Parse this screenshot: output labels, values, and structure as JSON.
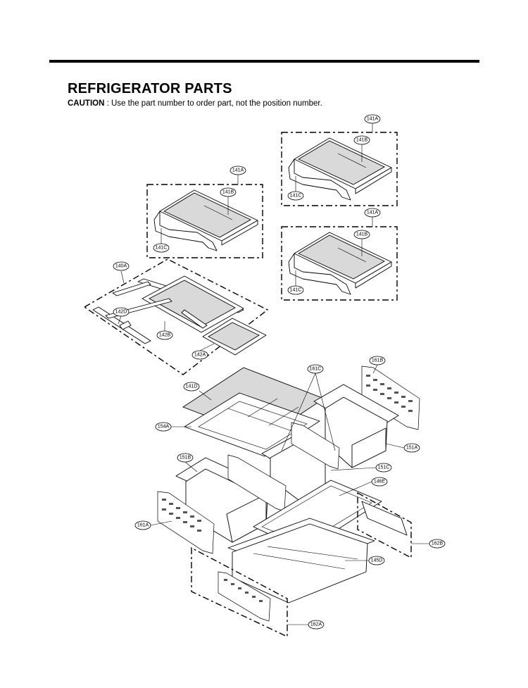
{
  "header": {
    "title": "REFRIGERATOR PARTS",
    "caution_label": "CAUTION",
    "caution_text": " : Use the part number to order part, not the position number."
  },
  "callouts": {
    "c141A_top": "141A",
    "c141B_top": "141B",
    "c141C_top": "141C",
    "c141A_left": "141A",
    "c141B_left": "141B",
    "c141C_left": "141C",
    "c141A_mid": "141A",
    "c141B_mid": "141B",
    "c141C_mid": "141C",
    "c140A": "140A",
    "c142D": "142D",
    "c142B": "142B",
    "c142A": "142A",
    "c141D": "141D",
    "c154A": "154A",
    "c161C": "161C",
    "c161B": "161B",
    "c151A": "151A",
    "c151C": "151C",
    "c146E": "146E",
    "c151B": "151B",
    "c161A": "161A",
    "c162B": "162B",
    "c145D": "145D",
    "c162A": "162A"
  },
  "colors": {
    "line": "#000000",
    "glass": "#d9d9d9",
    "background": "#ffffff"
  }
}
